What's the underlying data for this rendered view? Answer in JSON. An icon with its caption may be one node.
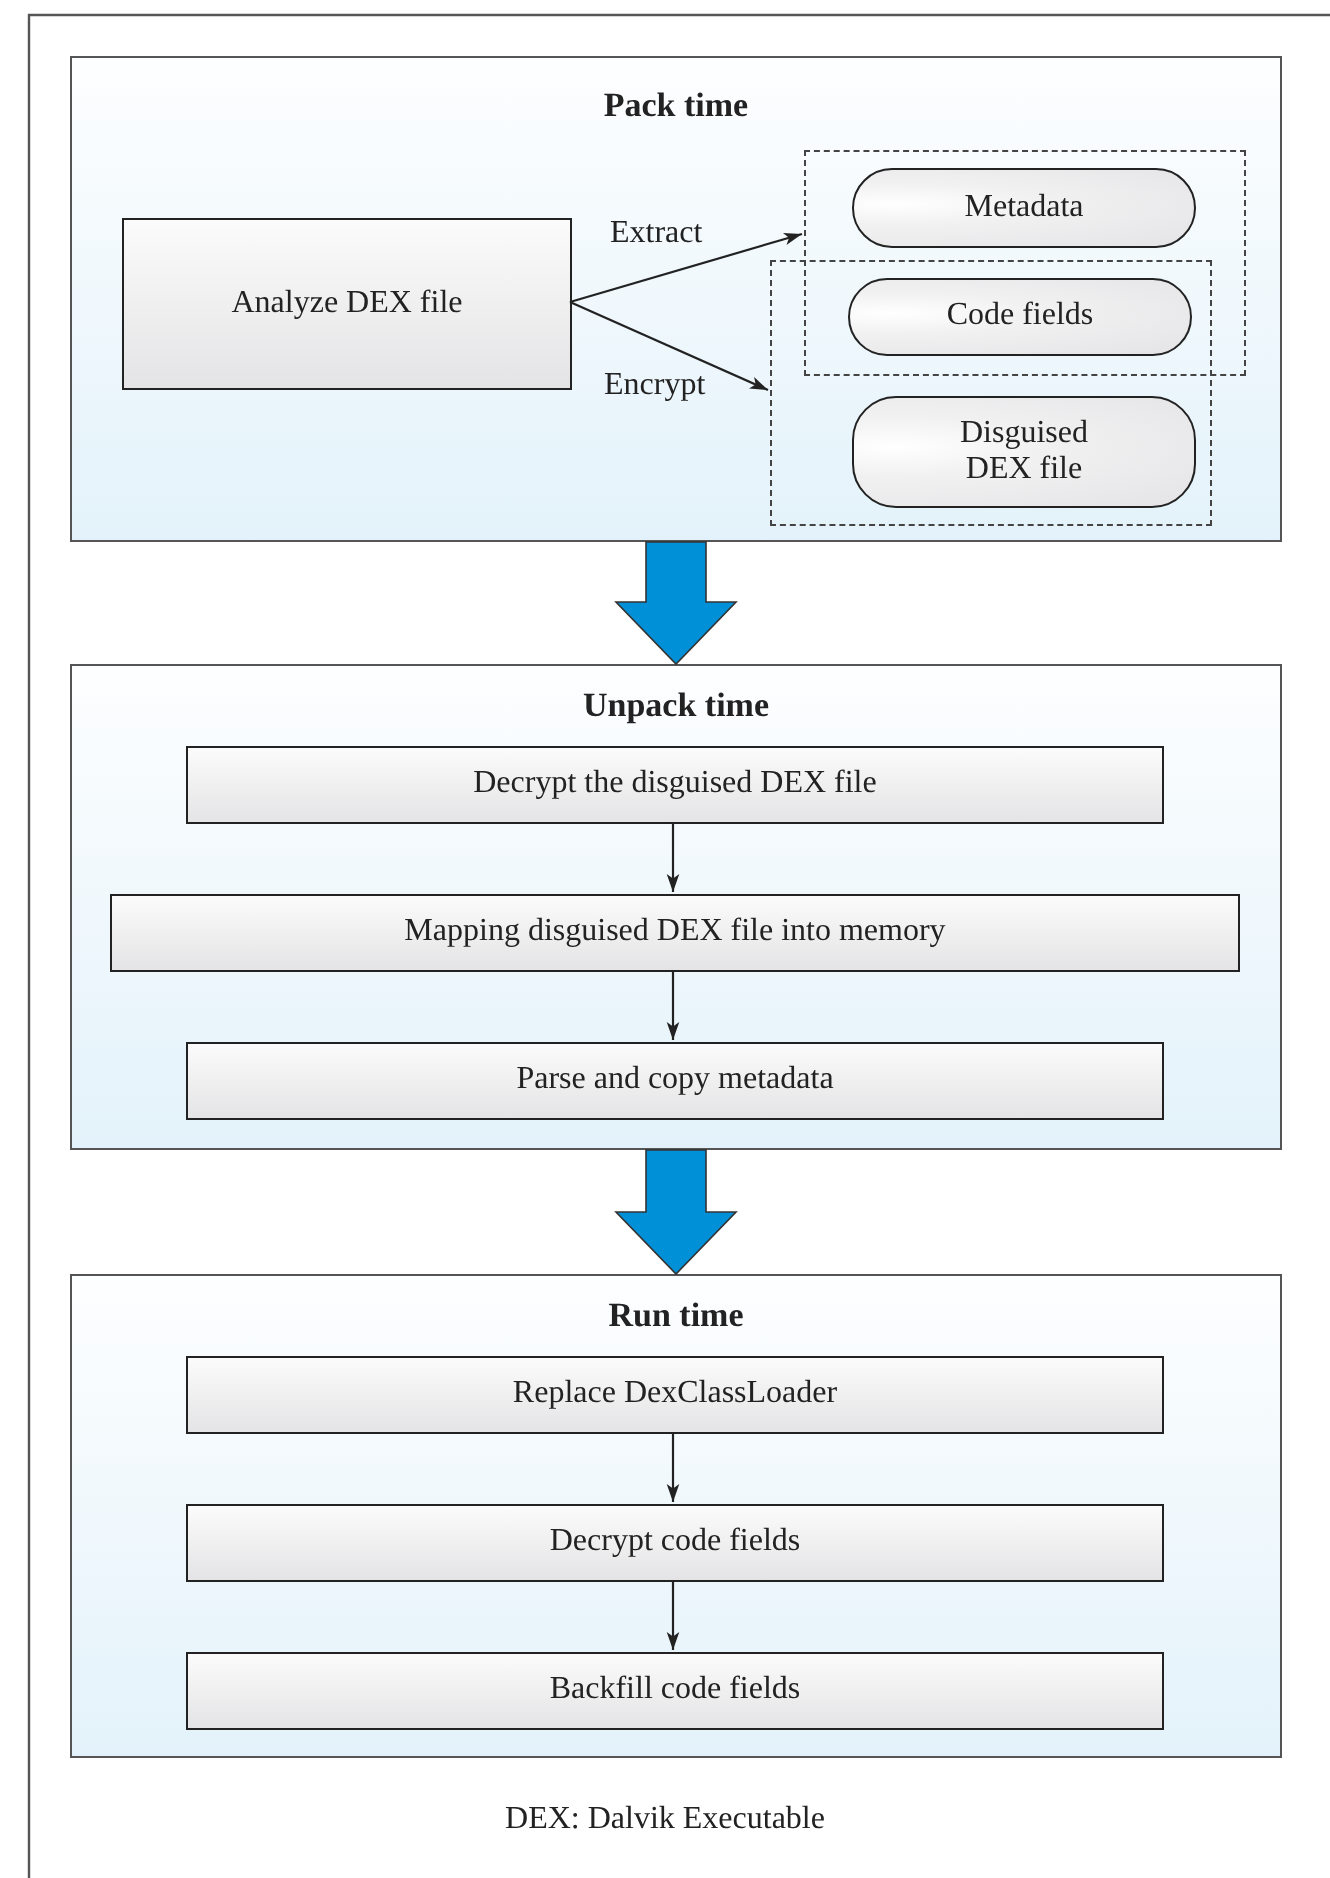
{
  "diagram": {
    "caption": "DEX: Dalvik Executable",
    "nodes": [
      {
        "text": [
          "Pack time"
        ]
      },
      {
        "text": [
          "Analyze DEX file"
        ],
        "in": 0
      },
      {
        "text": [],
        "shape": "box",
        "in": 0
      },
      {
        "text": [],
        "shape": "box",
        "in": 0
      },
      {
        "text": [
          "Metadata"
        ],
        "in": 2
      },
      {
        "text": [
          "Code fields"
        ]
      },
      {
        "text": [
          "Disguised DEX file"
        ],
        "in": 3
      },
      {
        "text": [
          "Unpack time"
        ]
      },
      {
        "text": [
          "Decrypt the disguised DEX file"
        ],
        "in": 7
      },
      {
        "text": [
          "Mapping disguised DEX file into memory"
        ],
        "in": 7
      },
      {
        "text": [
          "Parse and copy metadata"
        ],
        "in": 7
      },
      {
        "text": [
          "Run time"
        ]
      },
      {
        "text": [
          "Replace DexClassLoader"
        ],
        "in": 11
      },
      {
        "text": [
          "Decrypt code fields"
        ],
        "in": 11
      },
      {
        "text": [
          "Backfill code fields"
        ],
        "in": 11
      }
    ],
    "edges": [
      {
        "from": 1,
        "to": 2,
        "arrow": "to",
        "label": "Extract"
      },
      {
        "from": 1,
        "to": 3,
        "arrow": "to",
        "label": "Encrypt"
      },
      {
        "from": 0,
        "to": 7,
        "arrow": "to",
        "style": "thick",
        "color": "#0090d8"
      },
      {
        "from": 8,
        "to": 9,
        "arrow": "to"
      },
      {
        "from": 9,
        "to": 10,
        "arrow": "to"
      },
      {
        "from": 7,
        "to": 11,
        "arrow": "to",
        "style": "thick",
        "color": "#0090d8"
      },
      {
        "from": 12,
        "to": 13,
        "arrow": "to"
      },
      {
        "from": 13,
        "to": 14,
        "arrow": "to"
      }
    ]
  }
}
